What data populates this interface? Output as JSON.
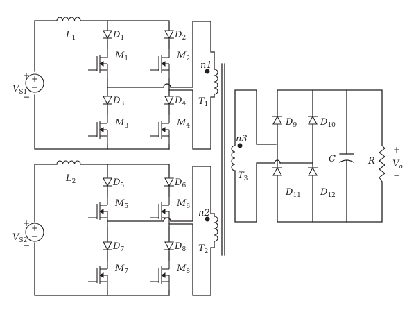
{
  "sources": [
    {
      "main": "V",
      "sub": "S1",
      "plus": "+",
      "minus": "−"
    },
    {
      "main": "V",
      "sub": "S2",
      "plus": "+",
      "minus": "−"
    }
  ],
  "inductors": [
    {
      "main": "L",
      "sub": "1"
    },
    {
      "main": "L",
      "sub": "2"
    }
  ],
  "diodes": [
    {
      "main": "D",
      "sub": "1"
    },
    {
      "main": "D",
      "sub": "2"
    },
    {
      "main": "D",
      "sub": "3"
    },
    {
      "main": "D",
      "sub": "4"
    },
    {
      "main": "D",
      "sub": "5"
    },
    {
      "main": "D",
      "sub": "6"
    },
    {
      "main": "D",
      "sub": "7"
    },
    {
      "main": "D",
      "sub": "8"
    },
    {
      "main": "D",
      "sub": "9"
    },
    {
      "main": "D",
      "sub": "10"
    },
    {
      "main": "D",
      "sub": "11"
    },
    {
      "main": "D",
      "sub": "12"
    }
  ],
  "mosfets": [
    {
      "main": "M",
      "sub": "1"
    },
    {
      "main": "M",
      "sub": "2"
    },
    {
      "main": "M",
      "sub": "3"
    },
    {
      "main": "M",
      "sub": "4"
    },
    {
      "main": "M",
      "sub": "5"
    },
    {
      "main": "M",
      "sub": "6"
    },
    {
      "main": "M",
      "sub": "7"
    },
    {
      "main": "M",
      "sub": "8"
    }
  ],
  "transformers": [
    {
      "main": "T",
      "sub": "1"
    },
    {
      "main": "T",
      "sub": "2"
    },
    {
      "main": "T",
      "sub": "3"
    }
  ],
  "dots": [
    "n1",
    "n2",
    "n3"
  ],
  "output": {
    "capacitor": "C",
    "resistor": "R",
    "vout_main": "V",
    "vout_sub": "o",
    "plus": "+",
    "minus": "−"
  }
}
